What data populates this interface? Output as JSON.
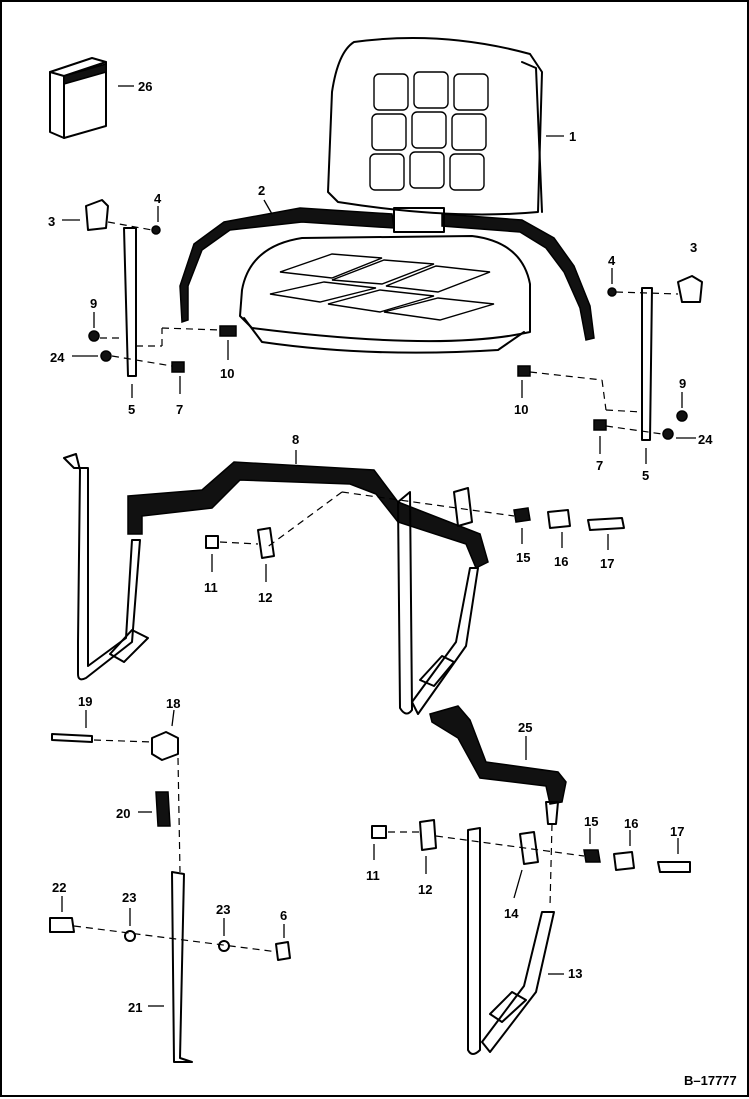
{
  "diagram": {
    "reference": "B–17777",
    "callouts": {
      "c1": "1",
      "c2": "2",
      "c3a": "3",
      "c3b": "3",
      "c4a": "4",
      "c4b": "4",
      "c5a": "5",
      "c5b": "5",
      "c6": "6",
      "c7a": "7",
      "c7b": "7",
      "c8": "8",
      "c9a": "9",
      "c9b": "9",
      "c10a": "10",
      "c10b": "10",
      "c11a": "11",
      "c11b": "11",
      "c12a": "12",
      "c12b": "12",
      "c13": "13",
      "c14": "14",
      "c15a": "15",
      "c15b": "15",
      "c16a": "16",
      "c16b": "16",
      "c17a": "17",
      "c17b": "17",
      "c18": "18",
      "c19": "19",
      "c20": "20",
      "c21": "21",
      "c22": "22",
      "c23a": "23",
      "c23b": "23",
      "c24a": "24",
      "c24b": "24",
      "c25": "25",
      "c26": "26"
    }
  }
}
